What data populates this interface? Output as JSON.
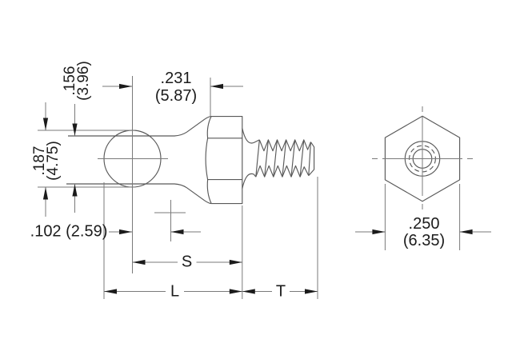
{
  "drawing": {
    "type": "engineering-drawing",
    "views": {
      "side_view": "ball stud side profile with threaded end",
      "end_view": "hex end view with threaded hole"
    },
    "dims": {
      "d156": {
        "inch": ".156",
        "mm": "(3.96)"
      },
      "d187": {
        "inch": ".187",
        "mm": "(4.75)"
      },
      "d231": {
        "inch": ".231",
        "mm": "(5.87)"
      },
      "d102": {
        "text": ".102 (2.59)"
      },
      "d250": {
        "inch": ".250",
        "mm": "(6.35)"
      },
      "s": "S",
      "l": "L",
      "t": "T"
    },
    "colors": {
      "background": "#ffffff",
      "line": "#7a7a7a",
      "outline": "#595959",
      "text": "#1b1b1b"
    }
  }
}
